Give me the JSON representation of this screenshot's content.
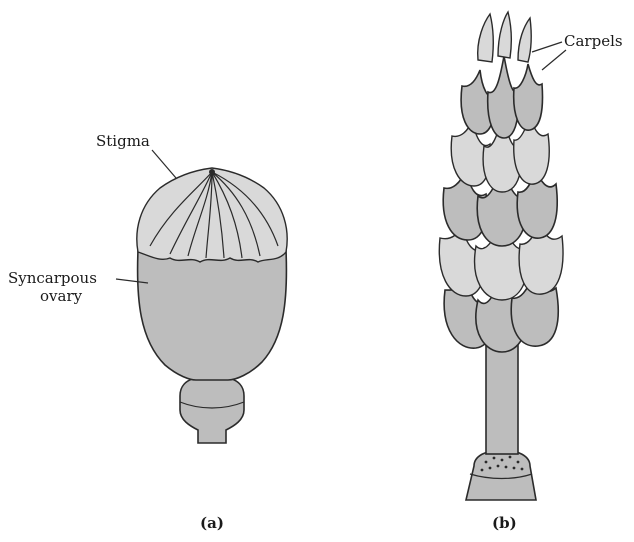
{
  "figure_a": {
    "stigma_label": "Stigma",
    "ovary_label_line1": "Syncarpous",
    "ovary_label_line2": "ovary",
    "caption": "(a)"
  },
  "figure_b": {
    "carpels_label": "Carpels",
    "caption": "(b)"
  },
  "colors": {
    "fill": "#bdbdbd",
    "light_fill": "#d9d9d9",
    "outline": "#2b2b2b",
    "text": "#1a1a1a"
  }
}
